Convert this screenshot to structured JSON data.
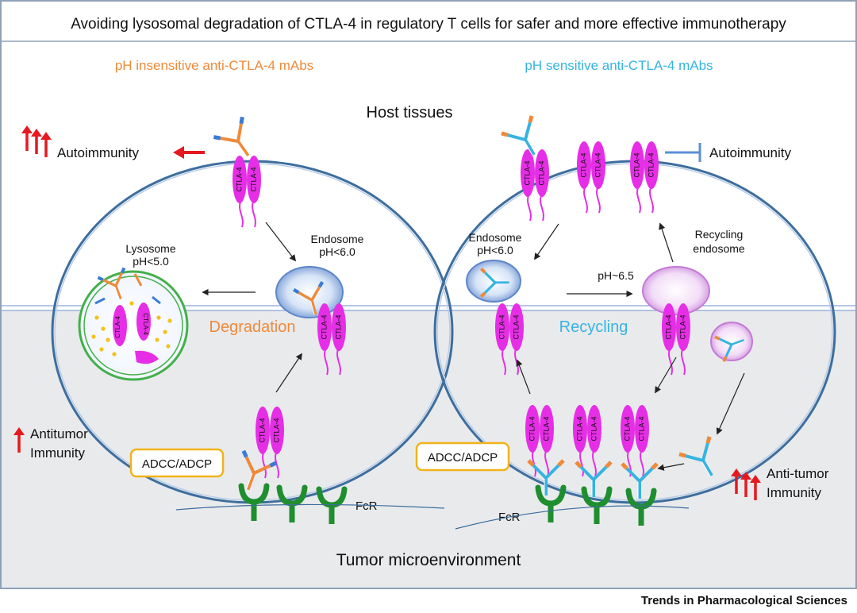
{
  "title": "Avoiding lysosomal degradation of CTLA-4 in regulatory T cells for safer and more effective immunotherapy",
  "left_heading": "pH insensitive anti-CTLA-4 mAbs",
  "right_heading": "pH sensitive anti-CTLA-4 mAbs",
  "host_tissues": "Host tissues",
  "tumor_microenvironment": "Tumor microenvironment",
  "autoimmunity_left": "Autoimmunity",
  "autoimmunity_right": "Autoimmunity",
  "antitumor_left_line1": "Antitumor",
  "antitumor_left_line2": "Immunity",
  "antitumor_right_line1": "Anti-tumor",
  "antitumor_right_line2": "Immunity",
  "lysosome_line1": "Lysosome",
  "lysosome_line2": "pH<5.0",
  "endosome_left_line1": "Endosome",
  "endosome_left_line2": "pH<6.0",
  "endosome_right_line1": "Endosome",
  "endosome_right_line2": "pH<6.0",
  "ph65": "pH~6.5",
  "recycling_endosome_line1": "Recycling",
  "recycling_endosome_line2": "endosome",
  "degradation": "Degradation",
  "recycling": "Recycling",
  "adcc": "ADCC/ADCP",
  "fcr": "FcR",
  "ctla4": "CTLA-4",
  "footer": "Trends in Pharmacological Sciences",
  "colors": {
    "orange": "#ee8a3a",
    "blue": "#36b4e0",
    "magenta": "#e62ee6",
    "red": "#e5191f",
    "green": "#1f8e2f",
    "cell": "#3d6e9e",
    "membrane": "#9fb4dd",
    "lower_bg": "#e9eaec"
  }
}
